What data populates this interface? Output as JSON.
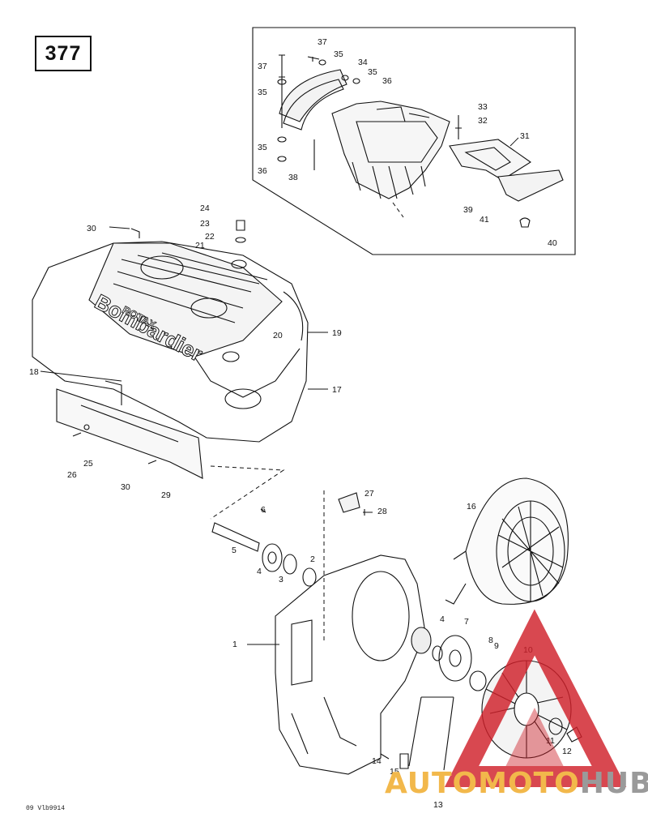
{
  "page_number": "377",
  "document_code": "09 Vlb9914",
  "watermark": {
    "part1": "AUTOMOTO",
    "part2": "HUB",
    "color_primary": "#d0202a",
    "color_accent": "#f2b84b",
    "color_gray": "#9a9a9a"
  },
  "callouts": [
    {
      "text": "37"
    },
    {
      "text": "37"
    },
    {
      "text": "35"
    },
    {
      "text": "34"
    },
    {
      "text": "35"
    },
    {
      "text": "36"
    },
    {
      "text": "35"
    },
    {
      "text": "33"
    },
    {
      "text": "32"
    },
    {
      "text": "31"
    },
    {
      "text": "35"
    },
    {
      "text": "36"
    },
    {
      "text": "38"
    },
    {
      "text": "39"
    },
    {
      "text": "41"
    },
    {
      "text": "40"
    },
    {
      "text": "24"
    },
    {
      "text": "30"
    },
    {
      "text": "23"
    },
    {
      "text": "22"
    },
    {
      "text": "21"
    },
    {
      "text": "20"
    },
    {
      "text": "19"
    },
    {
      "text": "18"
    },
    {
      "text": "17"
    },
    {
      "text": "26"
    },
    {
      "text": "25"
    },
    {
      "text": "30"
    },
    {
      "text": "29"
    },
    {
      "text": "27"
    },
    {
      "text": "28"
    },
    {
      "text": "16"
    },
    {
      "text": "6"
    },
    {
      "text": "5"
    },
    {
      "text": "2"
    },
    {
      "text": "4"
    },
    {
      "text": "3"
    },
    {
      "text": "1"
    },
    {
      "text": "4"
    },
    {
      "text": "7"
    },
    {
      "text": "8"
    },
    {
      "text": "9"
    },
    {
      "text": "10"
    },
    {
      "text": "11"
    },
    {
      "text": "12"
    },
    {
      "text": "14"
    },
    {
      "text": "15"
    },
    {
      "text": "13"
    }
  ],
  "engine_cover_text": {
    "brand": "Bombardier",
    "sub": "ROTAX"
  }
}
